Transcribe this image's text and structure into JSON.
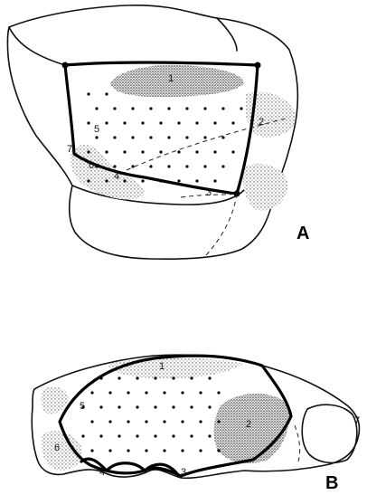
{
  "figure": {
    "panels": [
      {
        "label": "A",
        "region_numbers": [
          "1",
          "2",
          "3",
          "4",
          "5",
          "6",
          "7"
        ]
      },
      {
        "label": "B",
        "region_numbers": [
          "1",
          "2",
          "3",
          "4",
          "5",
          "6",
          "7"
        ]
      }
    ]
  }
}
